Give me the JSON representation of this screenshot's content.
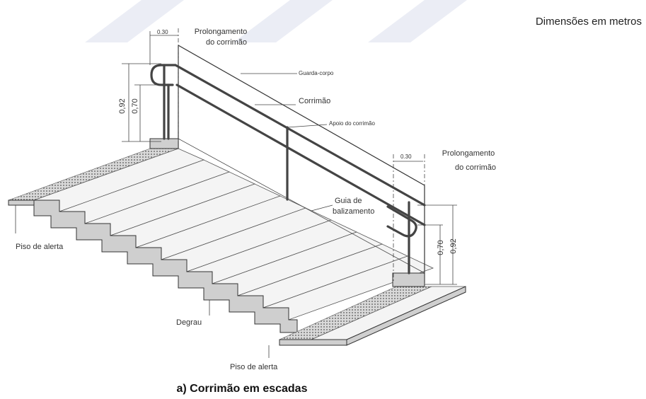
{
  "header": {
    "units": "Dimensões em metros"
  },
  "labels": {
    "top_ext_dim": "0.30",
    "top_ext_label_1": "Prolongamento",
    "top_ext_label_2": "do corrimão",
    "guard": "Guarda-corpo",
    "handrail": "Corrimão",
    "support": "Apoio do corrimão",
    "bottom_ext_dim": "0.30",
    "bottom_ext_label_1": "Prolongamento",
    "bottom_ext_label_2": "do corrimão",
    "guide_1": "Guia de",
    "guide_2": "balizamento",
    "alert_left": "Piso de alerta",
    "step": "Degrau",
    "alert_bottom": "Piso de alerta",
    "dim_left_092": "0,92",
    "dim_left_070": "0,70",
    "dim_right_070": "0,70",
    "dim_right_092": "0,92"
  },
  "caption": "a) Corrimão em escadas"
}
